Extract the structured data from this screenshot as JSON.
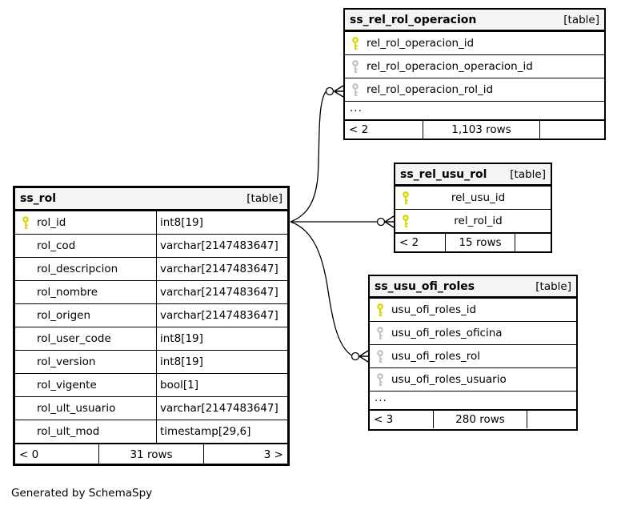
{
  "footer_note": "Generated by SchemaSpy",
  "colors": {
    "background": "#ffffff",
    "border": "#000000",
    "header_bg": "#f4f4f4",
    "pk_key": "#d8d800",
    "fk_key": "#c3c3c3"
  },
  "tables": {
    "ss_rol": {
      "name": "ss_rol",
      "badge": "[table]",
      "columns": [
        {
          "name": "rol_id",
          "type": "int8[19]",
          "key": "pk"
        },
        {
          "name": "rol_cod",
          "type": "varchar[2147483647]",
          "key": ""
        },
        {
          "name": "rol_descripcion",
          "type": "varchar[2147483647]",
          "key": ""
        },
        {
          "name": "rol_nombre",
          "type": "varchar[2147483647]",
          "key": ""
        },
        {
          "name": "rol_origen",
          "type": "varchar[2147483647]",
          "key": ""
        },
        {
          "name": "rol_user_code",
          "type": "int8[19]",
          "key": ""
        },
        {
          "name": "rol_version",
          "type": "int8[19]",
          "key": ""
        },
        {
          "name": "rol_vigente",
          "type": "bool[1]",
          "key": ""
        },
        {
          "name": "rol_ult_usuario",
          "type": "varchar[2147483647]",
          "key": ""
        },
        {
          "name": "rol_ult_mod",
          "type": "timestamp[29,6]",
          "key": ""
        }
      ],
      "footer": {
        "left": "< 0",
        "center": "31 rows",
        "right": "3 >"
      }
    },
    "ss_rel_rol_operacion": {
      "name": "ss_rel_rol_operacion",
      "badge": "[table]",
      "columns": [
        {
          "name": "rel_rol_operacion_id",
          "key": "pk"
        },
        {
          "name": "rel_rol_operacion_operacion_id",
          "key": "fk"
        },
        {
          "name": "rel_rol_operacion_rol_id",
          "key": "fk"
        }
      ],
      "ellipsis": "...",
      "footer": {
        "left": "< 2",
        "center": "1,103 rows",
        "right": ""
      }
    },
    "ss_rel_usu_rol": {
      "name": "ss_rel_usu_rol",
      "badge": "[table]",
      "columns": [
        {
          "name": "rel_usu_id",
          "key": "pk"
        },
        {
          "name": "rel_rol_id",
          "key": "pk"
        }
      ],
      "footer": {
        "left": "< 2",
        "center": "15 rows",
        "right": ""
      }
    },
    "ss_usu_ofi_roles": {
      "name": "ss_usu_ofi_roles",
      "badge": "[table]",
      "columns": [
        {
          "name": "usu_ofi_roles_id",
          "key": "pk"
        },
        {
          "name": "usu_ofi_roles_oficina",
          "key": "fk"
        },
        {
          "name": "usu_ofi_roles_rol",
          "key": "fk"
        },
        {
          "name": "usu_ofi_roles_usuario",
          "key": "fk"
        }
      ],
      "ellipsis": "...",
      "footer": {
        "left": "< 3",
        "center": "280 rows",
        "right": ""
      }
    }
  },
  "relationships": [
    {
      "from": "ss_rol.rol_id",
      "to": "ss_rel_rol_operacion.rel_rol_operacion_rol_id"
    },
    {
      "from": "ss_rol.rol_id",
      "to": "ss_rel_usu_rol.rel_rol_id"
    },
    {
      "from": "ss_rol.rol_id",
      "to": "ss_usu_ofi_roles.usu_ofi_roles_rol"
    }
  ]
}
